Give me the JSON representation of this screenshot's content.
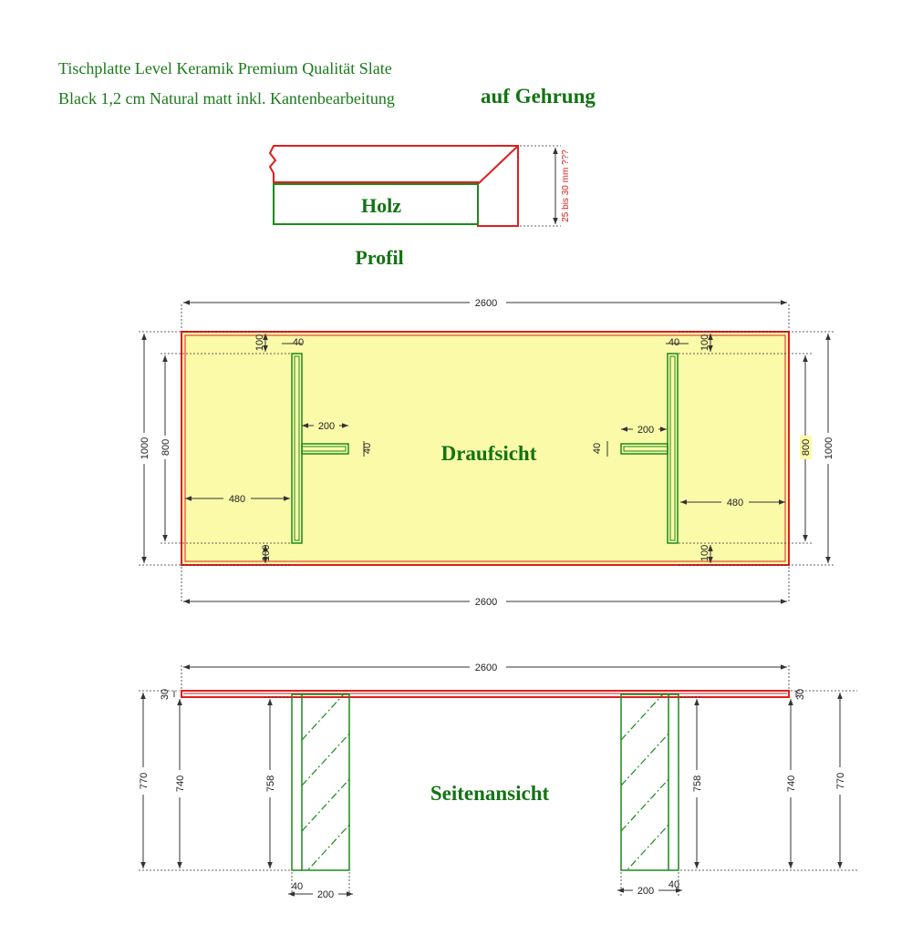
{
  "header": {
    "title_line1": "Tischplatte Level Keramik Premium Qualität Slate",
    "title_line2": "Black 1,2 cm Natural matt inkl. Kantenbearbeitung",
    "title_emphasis": "auf Gehrung"
  },
  "profile": {
    "wood_label": "Holz",
    "caption": "Profil",
    "thickness_note": "25 bis 30 mm ???"
  },
  "top_view": {
    "caption": "Draufsicht",
    "width_top": "2600",
    "width_bottom": "2600",
    "depth_left": "1000",
    "depth_right": "1000",
    "leg_span_left": "800",
    "leg_span_right": "800",
    "offset_left": "480",
    "offset_right": "480",
    "beam_width_left": "40",
    "beam_width_right": "40",
    "edge_top_left": "100",
    "edge_top_right": "100",
    "edge_bottom_left": "100",
    "edge_bottom_right": "100",
    "arm_length_left": "200",
    "arm_length_right": "200",
    "arm_width_left": "40",
    "arm_width_right": "40"
  },
  "side_view": {
    "caption": "Seitenansicht",
    "width": "2600",
    "plate_left": "30",
    "plate_right": "30",
    "total_height_left": "770",
    "total_height_right": "770",
    "base_height_left": "740",
    "base_height_right": "740",
    "leg_height_left": "758",
    "leg_height_right": "758",
    "leg_thin_left": "40",
    "leg_thin_right": "40",
    "leg_wide_left": "200",
    "leg_wide_right": "200"
  },
  "colors": {
    "plate_outline": "#dd1f1f",
    "leg_green": "#1a8a1a",
    "plate_fill": "#fbfaa9",
    "dimension_line": "#333333",
    "text_green": "#137313"
  }
}
